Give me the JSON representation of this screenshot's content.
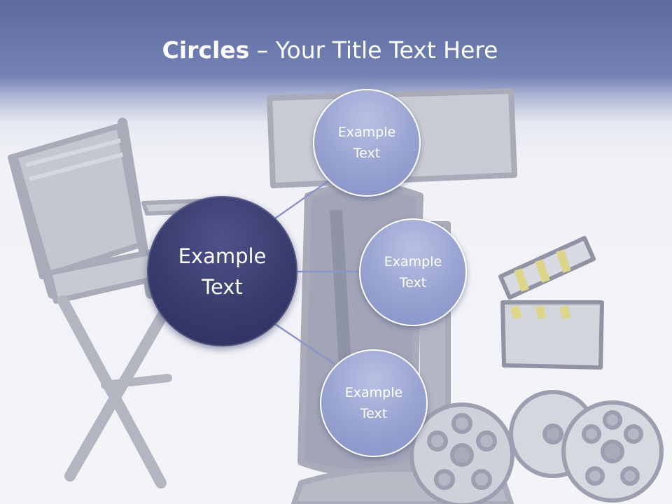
{
  "title": {
    "bold": "Circles",
    "rest": " – Your Title Text Here"
  },
  "diagram": {
    "center": {
      "label": "Example\nText"
    },
    "satellites": [
      {
        "label": "Example\nText"
      },
      {
        "label": "Example\nText"
      },
      {
        "label": "Example\nText"
      }
    ]
  },
  "colors": {
    "header_band": "#6b78ae",
    "center_circle": "#383b6c",
    "satellite_circle": "#99a4d2",
    "connector": "#8a95c8",
    "background": "#f1f2f7"
  },
  "decorations": [
    "director-chair-illustration",
    "film-camera-illustration",
    "clapperboard-illustration",
    "film-reel-illustration"
  ]
}
